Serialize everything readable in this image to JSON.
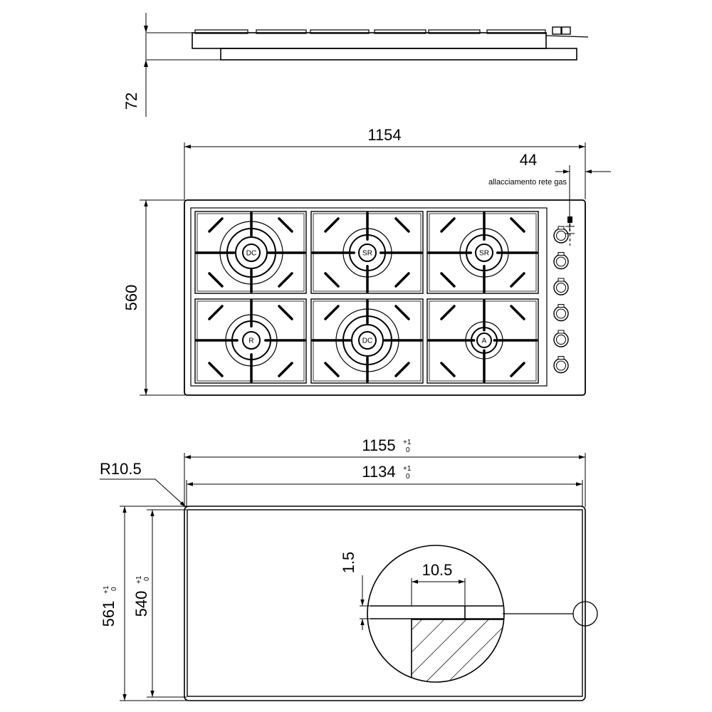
{
  "side_view": {
    "height_dim": "72"
  },
  "top_view": {
    "width_dim": "1154",
    "gas_offset_dim": "44",
    "gas_connection_label": "allacciamento rete gas",
    "depth_dim": "560",
    "burners": [
      {
        "label": "DC"
      },
      {
        "label": "SR"
      },
      {
        "label": "SR"
      },
      {
        "label": "R"
      },
      {
        "label": "DC"
      },
      {
        "label": "A"
      }
    ],
    "knob_count": 6
  },
  "cutout_view": {
    "outer_width_dim": "1155",
    "outer_width_tol": "+1\n0",
    "outer_width_tol_plus": "+1",
    "outer_width_tol_zero": "0",
    "inner_width_dim": "1134",
    "inner_width_tol_plus": "+1",
    "inner_width_tol_zero": "0",
    "radius_dim": "R10.5",
    "outer_depth_dim": "561",
    "outer_depth_tol_plus": "+1",
    "outer_depth_tol_zero": "0",
    "inner_depth_dim": "540",
    "inner_depth_tol_plus": "+1",
    "inner_depth_tol_zero": "0",
    "detail_thickness_dim": "1.5",
    "detail_width_dim": "10.5"
  }
}
